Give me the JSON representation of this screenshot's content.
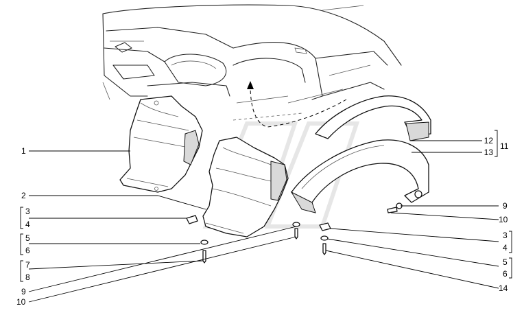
{
  "labels": {
    "l1": "1",
    "l2": "2",
    "l3a": "3",
    "l4a": "4",
    "l5a": "5",
    "l6a": "6",
    "l7": "7",
    "l8": "8",
    "l9a": "9",
    "l10a": "10",
    "l12": "12",
    "l13": "13",
    "l11": "11",
    "l9b": "9",
    "l10b": "10",
    "l3b": "3",
    "l4b": "4",
    "l5b": "5",
    "l6b": "6",
    "l14": "14"
  }
}
